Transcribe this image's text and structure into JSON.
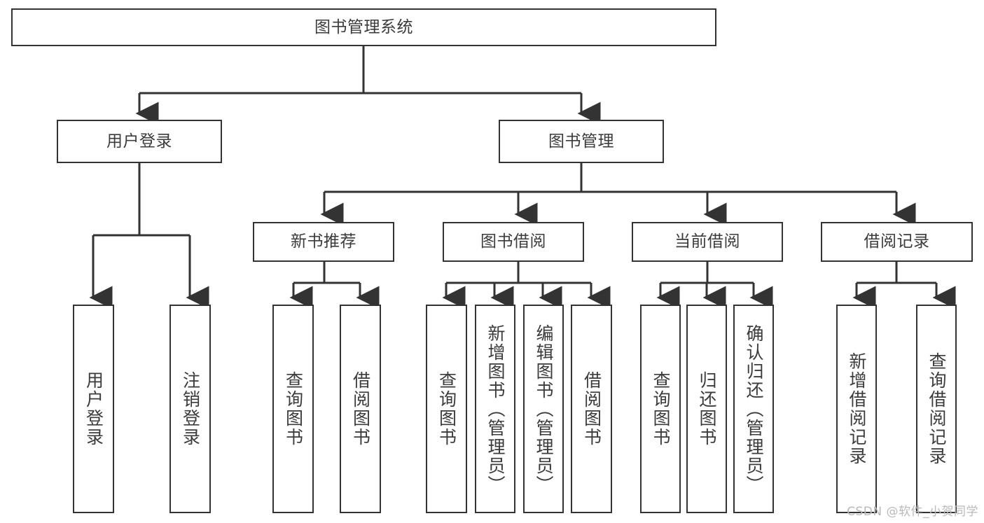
{
  "diagram": {
    "title": "图书管理系统",
    "type": "tree-hierarchy-diagram",
    "watermark": "CSDN @软件_小贺同学",
    "colors": {
      "background": "#ffffff",
      "box_border": "#333333",
      "box_fill": "#ffffff",
      "text": "#3b3b3b",
      "connector": "#333333",
      "watermark": "#b9b9b9"
    },
    "root": {
      "label": "图书管理系统"
    },
    "level2": [
      {
        "label": "用户登录"
      },
      {
        "label": "图书管理"
      }
    ],
    "level3": [
      {
        "label": "新书推荐"
      },
      {
        "label": "图书借阅"
      },
      {
        "label": "当前借阅"
      },
      {
        "label": "借阅记录"
      }
    ],
    "leaves": {
      "user_login": [
        {
          "label": "用户登录"
        },
        {
          "label": "注销登录"
        }
      ],
      "new_book_recommend": [
        {
          "label": "查询图书"
        },
        {
          "label": "借阅图书"
        }
      ],
      "book_borrow": [
        {
          "label": "查询图书"
        },
        {
          "label": "新增图书（管理员）"
        },
        {
          "label": "编辑图书（管理员）"
        },
        {
          "label": "借阅图书"
        }
      ],
      "current_borrow": [
        {
          "label": "查询图书"
        },
        {
          "label": "归还图书"
        },
        {
          "label": "确认归还（管理员）"
        }
      ],
      "borrow_record": [
        {
          "label": "新增借阅记录"
        },
        {
          "label": "查询借阅记录"
        }
      ]
    }
  }
}
